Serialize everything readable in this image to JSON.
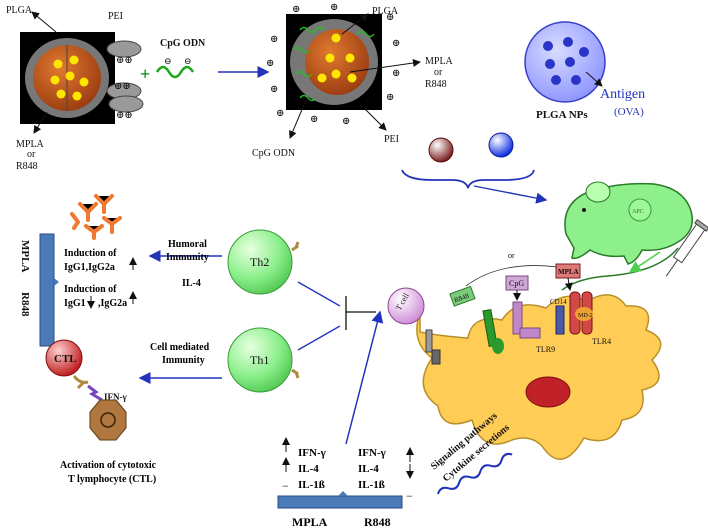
{
  "np_left": {
    "plga_label": "PLGA",
    "pei_label": "PEI",
    "mpla_label": "MPLA",
    "or_label": "or",
    "r848_label": "R848",
    "plus_sign": "+",
    "cpg_label": "CpG ODN"
  },
  "np_right": {
    "plga_label": "PLGA",
    "mpla_label": "MPLA",
    "or_label": "or",
    "r848_label": "R848",
    "cpg_label": "CpG ODN",
    "pei_label": "PEI"
  },
  "plga_nps": {
    "label": "PLGA NPs",
    "antigen_label": "Antigen",
    "ova_label": "(OVA)"
  },
  "mouse": {
    "apc_label": "APC"
  },
  "left_panel": {
    "bar_label_top": "MPLA",
    "bar_label_bottom": "R848",
    "induction_1": "Induction of",
    "igg_1": "IgG1,IgG2a",
    "induction_2": "Induction of",
    "igg_2a": "IgG1",
    "igg_2b": ",IgG2a",
    "ctl_label": "CTL",
    "ifn_label": "IFN-γ",
    "activation_line1": "Activation of cytotoxic",
    "activation_line2": "T lymphocyte (CTL)"
  },
  "th_cells": {
    "th2_label": "Th2",
    "th1_label": "Th1",
    "humoral_line1": "Humoral",
    "humoral_line2": "Immunity",
    "il4_label": "IL-4",
    "cell_mediated_line1": "Cell mediated",
    "cell_mediated_line2": "Immunity"
  },
  "apc_cell": {
    "tcell_label": "T cell",
    "r848_box": "R848",
    "cpg_box": "CpG",
    "mpla_box": "MPLA",
    "or_label": "or",
    "cd14_label": "CD14",
    "md2_label": "MD-2",
    "tlr9_label": "TLR9",
    "tlr4_label": "TLR4",
    "signaling_label": "Signaling pathways",
    "cytokine_label": "Cytokine secretions"
  },
  "cytokines": {
    "left": [
      "IFN-γ",
      "IL-4",
      "IL-1ß"
    ],
    "right": [
      "IFN-γ",
      "IL-4",
      "IL-1ß"
    ],
    "minus": "−",
    "bar_left_label": "MPLA",
    "bar_right_label": "R848"
  },
  "colors": {
    "np_core": "#c0581a",
    "np_shell": "#7a7a7a",
    "yellow_dot": "#ffe600",
    "arrow_blue": "#2233bb",
    "th_green": "#8cf08c",
    "mouse_green": "#8ef08a",
    "apc_yellow": "#ffcc55",
    "bar_blue": "#4a7ab8",
    "antibody_orange": "#f07830"
  }
}
